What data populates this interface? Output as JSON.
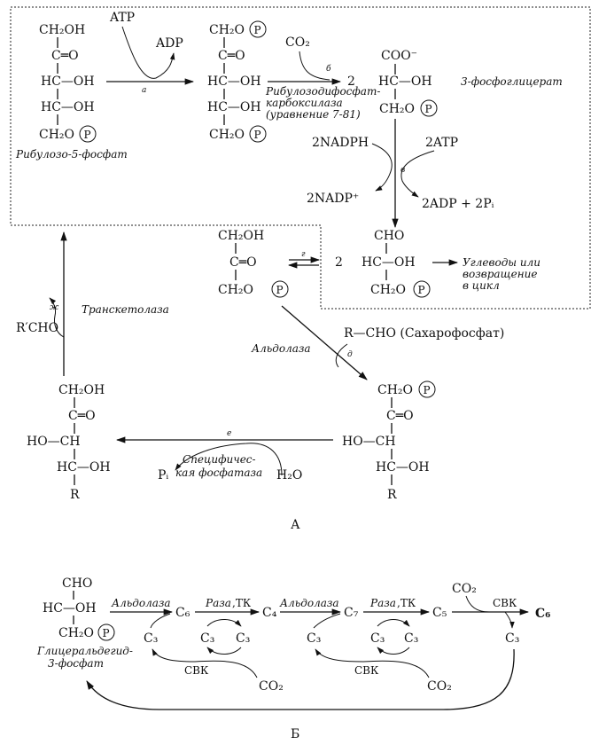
{
  "panel_a": {
    "label": "А",
    "ribulose5p": {
      "ch2oh": "CH₂OH",
      "co": "C═O",
      "hcoh1": "HC—OH",
      "hcoh2": "HC—OH",
      "ch2op": "CH₂O",
      "name": "Рибулозо-5-фосфат"
    },
    "step_a": {
      "atp": "ATP",
      "adp": "ADP",
      "letter": "а"
    },
    "ribulose_bp": {
      "ch2op_top": "CH₂O",
      "co": "C═O",
      "hcoh1": "HC—OH",
      "hcoh2": "HC—OH",
      "ch2op_bottom": "CH₂O"
    },
    "step_b": {
      "co2": "CO₂",
      "letter": "б",
      "coef": "2",
      "enzyme_line1": "Рибулозодифосфат-",
      "enzyme_line2": "карбоксилаза",
      "enzyme_line3": "(уравнение 7-81)"
    },
    "pga": {
      "coo": "COO⁻",
      "hcoh": "HC—OH",
      "ch2op": "CH₂O",
      "name": "3-фосфоглицерат"
    },
    "step_v": {
      "nadph": "2NADPH",
      "atp": "2ATP",
      "nadp": "2NADP⁺",
      "adp_pi": "2ADP + 2Pᵢ",
      "letter": "в"
    },
    "dhap": {
      "ch2oh": "CH₂OH",
      "co": "C═O",
      "ch2op": "CH₂O"
    },
    "step_g": {
      "letter": "г",
      "coef": "2"
    },
    "gap": {
      "cho": "CHO",
      "hcoh": "HC—OH",
      "ch2op": "CH₂O",
      "outcome_line1": "Углеводы или",
      "outcome_line2": "возвращение",
      "outcome_line3": "в цикл"
    },
    "step_d": {
      "reactant": "R—CHO (Сахарофосфат)",
      "enzyme": "Альдолаза",
      "letter": "д"
    },
    "bisphosphate": {
      "ch2op": "CH₂O",
      "co": "C═O",
      "hoch": "HO—CH",
      "hcoh": "HC—OH",
      "r": "R"
    },
    "step_e": {
      "letter": "е",
      "enzyme_line1": "Специфичес-",
      "enzyme_line2": "кая фосфатаза",
      "pi": "Pᵢ",
      "h2o": "H₂O"
    },
    "monophosphate": {
      "ch2oh": "CH₂OH",
      "co": "C═O",
      "hoch": "HO—CH",
      "hcoh": "HC—OH",
      "r": "R"
    },
    "step_zh": {
      "letter": "ж",
      "reactant": "R′CHO",
      "enzyme": "Транскетолаза"
    },
    "phosphate_symbol": "P"
  },
  "panel_b": {
    "label": "Б",
    "gap": {
      "cho": "CHO",
      "hcoh": "HC—OH",
      "ch2op": "CH₂O",
      "name_line1": "Глицеральдегид-",
      "name_line2": "3-фосфат"
    },
    "aldolase1": "Альдолаза",
    "ase1": "Раза",
    "tk1": ",ТК",
    "aldolase2": "Альдолаза",
    "ase2": "Раза",
    "tk2": ",ТК",
    "cbk_arrow": "СВК",
    "loop1": "СВК",
    "loop2": "СВК",
    "co2_1": "CO₂",
    "co2_2": "CO₂",
    "co2_3": "CO₂",
    "carbons": {
      "c6": "C₆",
      "c4": "C₄",
      "c7": "C₇",
      "c5": "C₅",
      "c6_final": "C₆",
      "c3": "C₃"
    }
  },
  "colors": {
    "ink": "#111111",
    "background": "#ffffff"
  }
}
